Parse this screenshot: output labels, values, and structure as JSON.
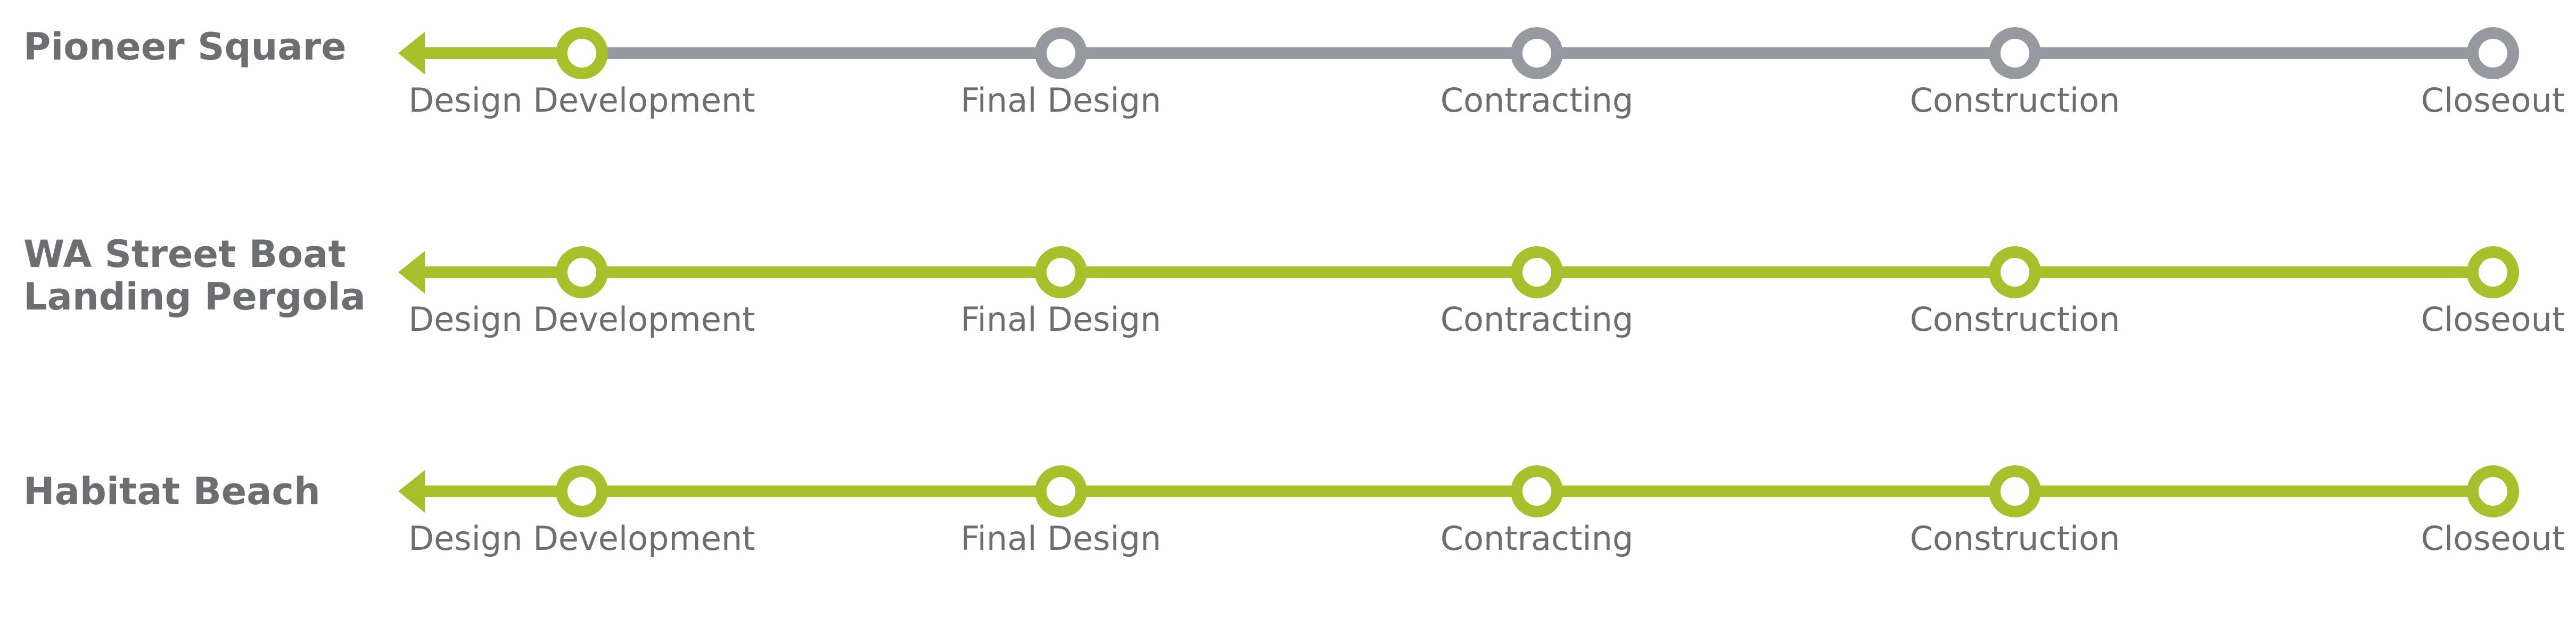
{
  "colors": {
    "complete": "#a8c02b",
    "pending": "#969aa0",
    "title": "#6d6e71",
    "label": "#6d6e71"
  },
  "projects": [
    {
      "name": "Pioneer Square",
      "current_stage_index": 0,
      "stages": [
        "Design Development",
        "Final Design",
        "Contracting",
        "Construction",
        "Closeout"
      ]
    },
    {
      "name": "WA Street Boat Landing Pergola",
      "current_stage_index": 4,
      "stages": [
        "Design Development",
        "Final Design",
        "Contracting",
        "Construction",
        "Closeout"
      ]
    },
    {
      "name": "Habitat Beach",
      "current_stage_index": 4,
      "stages": [
        "Design Development",
        "Final Design",
        "Contracting",
        "Construction",
        "Closeout"
      ]
    }
  ]
}
